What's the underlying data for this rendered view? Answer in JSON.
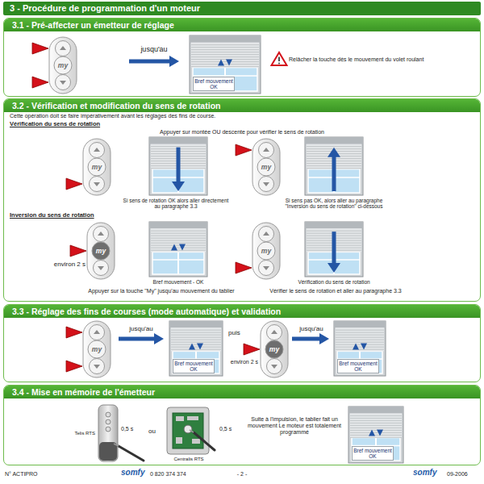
{
  "diagram": {
    "nodes": [
      {
        "text": [
          "3 - Procédure de programmation d'un moteur"
        ]
      },
      {
        "text": [
          "3.1 - Pré-affecter un émetteur de réglage"
        ]
      },
      {
        "text": [
          "3.2 - Vérification et modification du sens de rotation"
        ]
      },
      {
        "text": [
          "3.3 - Réglage des fins de courses (mode automatique) et validation"
        ]
      },
      {
        "text": [
          "3.4 - Mise en mémoire de l'émetteur"
        ]
      }
    ],
    "labels": [
      "jusqu'au",
      "my",
      "Bref mouvement OK",
      "Relâcher la touche dès le mouvement du volet roulant",
      "Cette opération doit se faire impérativement avant les réglages des fins de course.",
      "Vérification du sens de rotation",
      "Appuyer sur montée OU descente pour vérifier le sens de rotation",
      "my",
      "my",
      "Si sens de rotation OK alors aller directement au paragraphe 3.3",
      "Si sens pas OK, alors aller au paragraphe \"Inversion du sens de rotation\" ci-dessous",
      "Inversion du sens de rotation",
      "environ 2 s",
      "my",
      "my",
      "Bref mouvement - OK",
      "Vérification du sens de rotation",
      "Appuyer sur la touche \"My\" jusqu'au mouvement du tablier",
      "Vérifier le sens de rotation et aller au paragraphe 3.3",
      "my",
      "jusqu'au",
      "Bref mouvement OK",
      "puis",
      "my",
      "environ 2 s",
      "jusqu'au",
      "Bref mouvement OK",
      "Telis RTS",
      "0,5 s",
      "ou",
      "Centralis RTS",
      "0,5 s",
      "Suite à l'impulsion, le tablier fait un mouvement Le moteur est totalement programmé",
      "Bref mouvement OK",
      "N° ACTIPRO",
      "somfy",
      "0 820 374 374",
      "- 2 -",
      "somfy",
      "09-2006"
    ]
  }
}
